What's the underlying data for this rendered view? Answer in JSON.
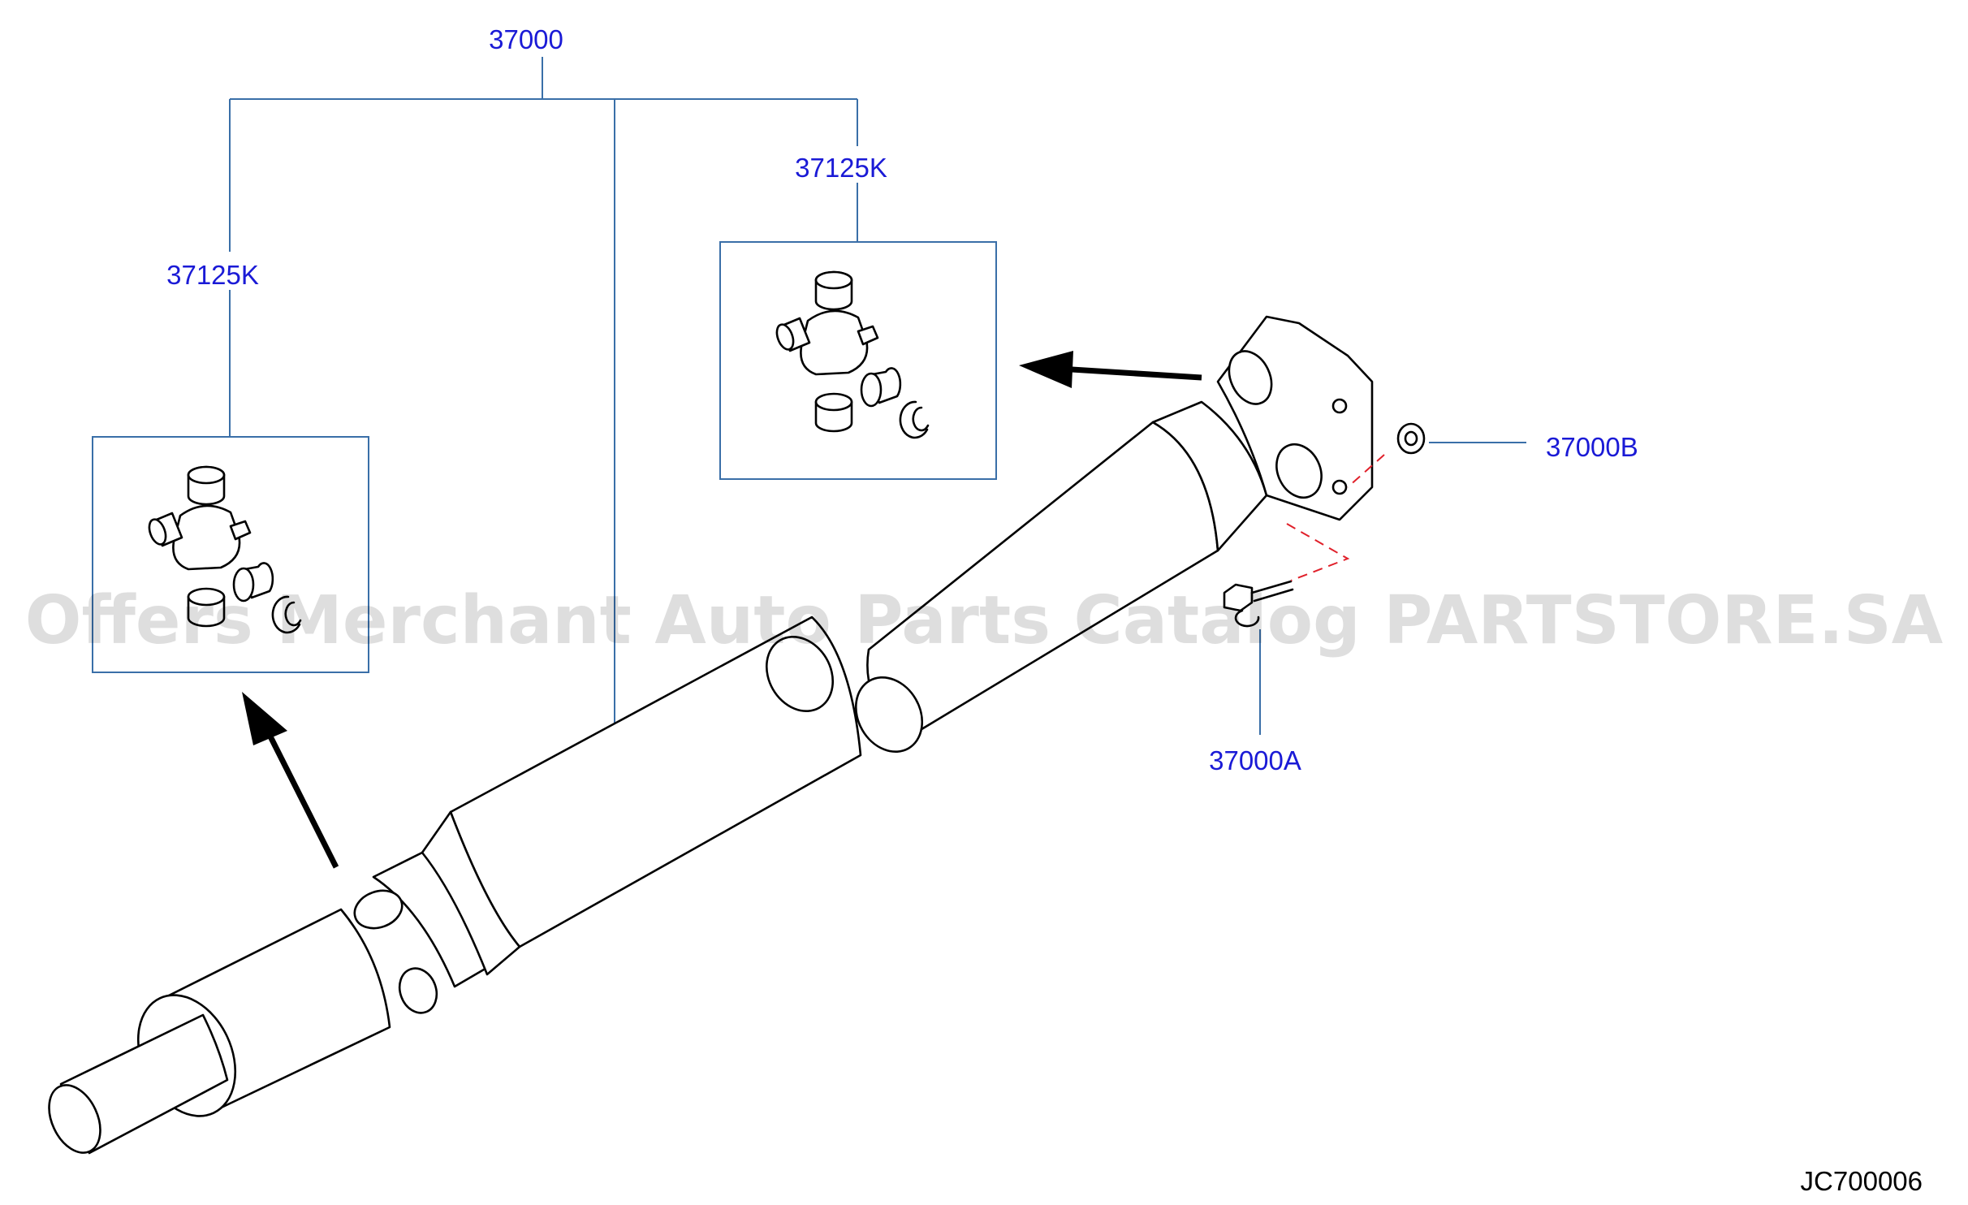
{
  "callouts": {
    "assembly": "37000",
    "joint_kit_rear": "37125K",
    "joint_kit_front": "37125K",
    "bolt": "37000A",
    "nut": "37000B"
  },
  "diagram_code": "JC700006",
  "watermark": "Offers Merchant Auto Parts Catalog PARTSTORE.SA",
  "colors": {
    "callout_text": "#1a1ad6",
    "leader_line": "#3a6fa8",
    "mating_line": "#e0202a",
    "parts_outline": "#000000"
  }
}
